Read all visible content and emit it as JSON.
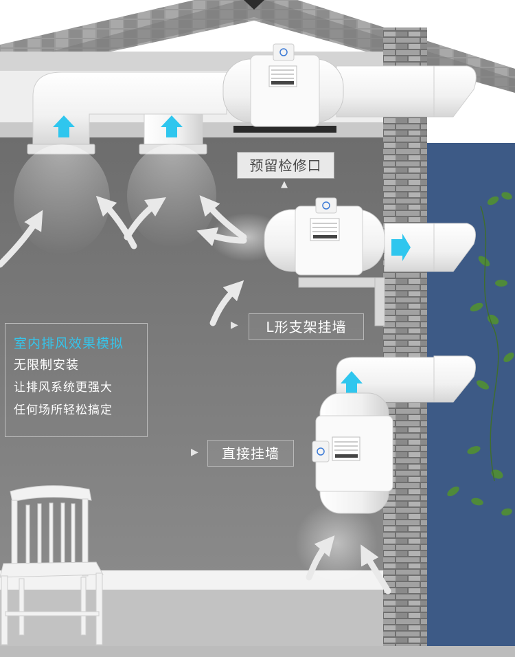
{
  "callouts": {
    "inspection_port": "预留检修口",
    "l_bracket_wall": "L形支架挂墙",
    "direct_wall": "直接挂墙"
  },
  "info_panel": {
    "title": "室内排风效果模拟",
    "lines": [
      "无限制安装",
      "让排风系统更强大",
      "任何场所轻松搞定"
    ]
  },
  "icons": {
    "pointer": "play-triangle-icon",
    "airflow": "arrow-up-icon"
  },
  "colors": {
    "title_accent": "#36c4ea",
    "airflow_arrow": "#2fc6ee",
    "wall_gray": "#7b7b7b",
    "exterior_blue": "#3d5a86",
    "brick": "#8e8e8e",
    "duct_white": "#f4f4f4"
  }
}
